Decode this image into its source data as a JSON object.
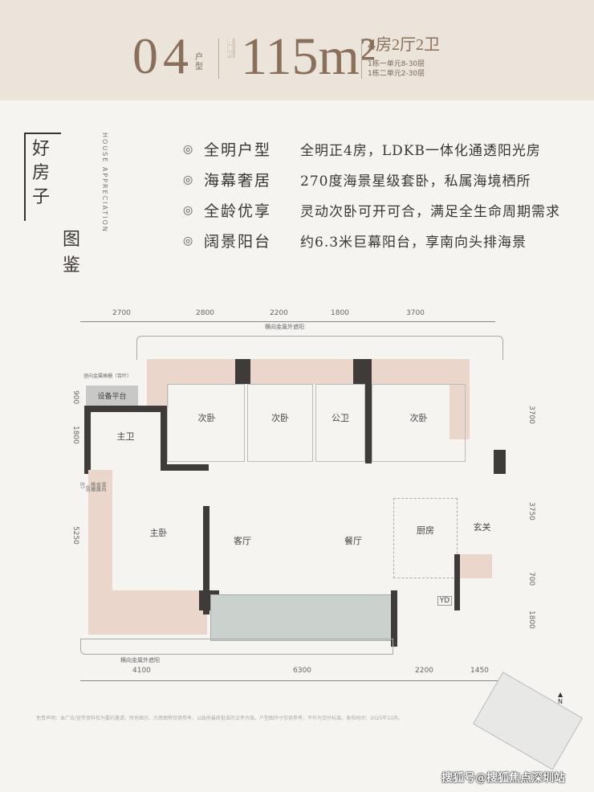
{
  "header": {
    "unit_no": "04",
    "unit_label": "户型",
    "area_label": "建面约",
    "area": "115m²",
    "layout": "4房2厅2卫",
    "buildings": [
      "1栋一单元8-30层",
      "1栋二单元2-30层"
    ]
  },
  "side_title": {
    "chars": [
      "好",
      "房",
      "子",
      "图",
      "鉴"
    ],
    "english": "HOUSE APPRECIATION"
  },
  "features": [
    {
      "icon": "◎",
      "title": "全明户型",
      "desc": "全明正4房，LDKB一体化通透阳光房"
    },
    {
      "icon": "◎",
      "title": "海幕奢居",
      "desc": "270度海景星级套卧，私属海境栖所"
    },
    {
      "icon": "◎",
      "title": "全龄优享",
      "desc": "灵动次卧可开可合，满足全生命周期需求"
    },
    {
      "icon": "◎",
      "title": "阔景阳台",
      "desc": "约6.3米巨幕阳台，享南向头排海景"
    }
  ],
  "plan": {
    "top_dims": [
      "2700",
      "2800",
      "2200",
      "1800",
      "3700"
    ],
    "bottom_dims": [
      "4100",
      "6300",
      "2200",
      "1450"
    ],
    "left_dims": [
      "900",
      "1800",
      "5250"
    ],
    "right_dims": [
      "3700",
      "3750",
      "700",
      "1800"
    ],
    "top_shade": "横向金属外遮阳",
    "bottom_shade": "横向金属外遮阳",
    "louver_top": "竖向金属格栅（百叶）",
    "louver_left": "竖向金属格栅（百叶）",
    "rooms": {
      "equip": "设备平台",
      "master_bath": "主卫",
      "bed2a": "次卧",
      "bed2b": "次卧",
      "public_bath": "公卫",
      "bed2c": "次卧",
      "master_bed": "主卧",
      "living": "客厅",
      "dining": "餐厅",
      "kitchen": "厨房",
      "entrance": "玄关",
      "yd": "YD"
    }
  },
  "disclaimer": "免责声明：本广告/宣传资料仅为要约邀请，所有图示、示意图等仅供参考，以政府最终批准的文件为准。户型图尺寸仅供参考，不作为交付标准。发布时间：2025年10月。",
  "compass": "N",
  "watermark": "搜狐号@搜狐焦点深圳站"
}
